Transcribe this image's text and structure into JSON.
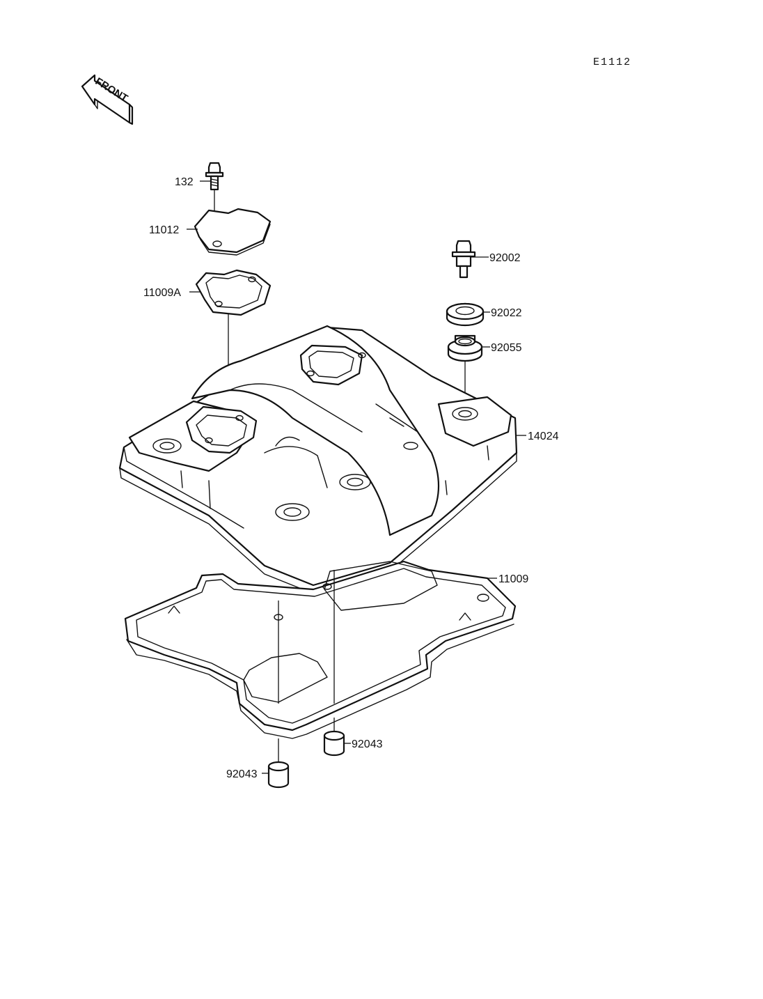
{
  "diagram_code": "E1112",
  "direction_label": "FRONT",
  "parts": [
    {
      "id": "p132",
      "label": "132"
    },
    {
      "id": "p11012",
      "label": "11012"
    },
    {
      "id": "p11009A",
      "label": "11009A"
    },
    {
      "id": "p92002",
      "label": "92002"
    },
    {
      "id": "p92022",
      "label": "92022"
    },
    {
      "id": "p92055",
      "label": "92055"
    },
    {
      "id": "p14024",
      "label": "14024"
    },
    {
      "id": "p11009",
      "label": "11009"
    },
    {
      "id": "p92043a",
      "label": "92043"
    },
    {
      "id": "p92043b",
      "label": "92043"
    }
  ]
}
